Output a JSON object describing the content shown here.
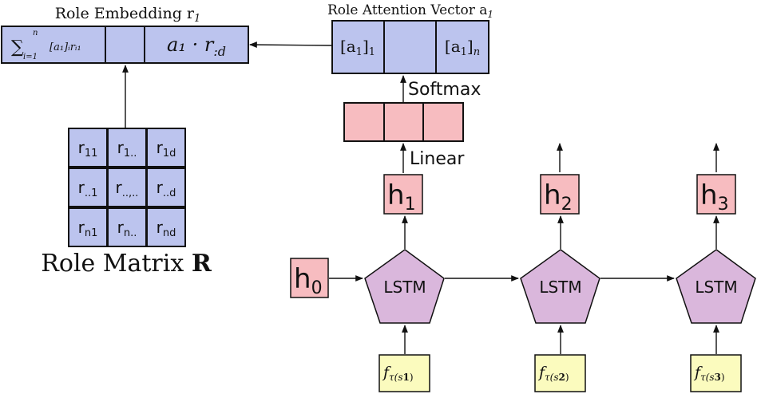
{
  "colors": {
    "blue_fill": "#bcc4ee",
    "pink_fill": "#f7bcc0",
    "purple_fill": "#dab7dc",
    "yellow_fill": "#fbfbbe",
    "stroke": "#111111"
  },
  "role_embedding": {
    "title": "Role Embedding r",
    "title_sub": "1",
    "sum_text": "∑",
    "sum_upper": "n",
    "sum_lower": "i=1",
    "sum_body": "[a₁]ᵢrᵢ₁",
    "product_text": "a₁ · r",
    "product_sub": ":d"
  },
  "attention": {
    "title": "Role Attention Vector a",
    "title_sub": "1",
    "first_cell": "[a",
    "first_cell_sub_a": "1",
    "first_cell_close": "]",
    "first_cell_sub_b": "1",
    "last_cell": "[a",
    "last_cell_sub_a": "1",
    "last_cell_close": "]",
    "last_cell_sub_b": "n"
  },
  "labels": {
    "softmax": "Softmax",
    "linear": "Linear"
  },
  "role_matrix": {
    "title": "Role Matrix ",
    "title_bold": "R",
    "cells": [
      [
        "r",
        "11",
        "r",
        "1..",
        "r",
        "1d"
      ],
      [
        "r",
        "..1",
        "r",
        "..,..",
        "r",
        "..d"
      ],
      [
        "r",
        "n1",
        "r",
        "n..",
        "r",
        "nd"
      ]
    ]
  },
  "hidden_states": [
    {
      "main": "h",
      "sub": "0"
    },
    {
      "main": "h",
      "sub": "1"
    },
    {
      "main": "h",
      "sub": "2"
    },
    {
      "main": "h",
      "sub": "3"
    }
  ],
  "lstm_label": "LSTM",
  "inputs": [
    {
      "main": "f",
      "sub": "τ(s",
      "sub_bold": "1",
      "close": ")"
    },
    {
      "main": "f",
      "sub": "τ(s",
      "sub_bold": "2",
      "close": ")"
    },
    {
      "main": "f",
      "sub": "τ(s",
      "sub_bold": "3",
      "close": ")"
    }
  ]
}
